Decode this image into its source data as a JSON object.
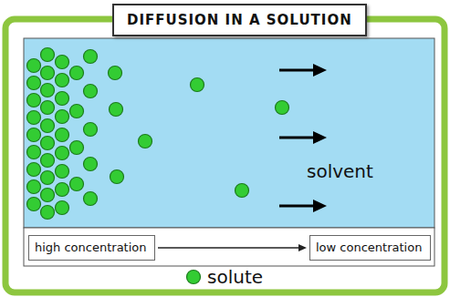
{
  "diagram": {
    "title": "DIFFUSION IN A SOLUTION",
    "nodes": [
      {
        "text": [
          "high concentration"
        ]
      },
      {
        "text": [
          "low concentration"
        ]
      }
    ],
    "edges": [
      {
        "from": 0,
        "to": 1,
        "arrow": "to"
      }
    ],
    "labels": [
      "solvent"
    ],
    "legend": [
      {
        "text": "solute",
        "color": "#33cc33"
      }
    ]
  }
}
